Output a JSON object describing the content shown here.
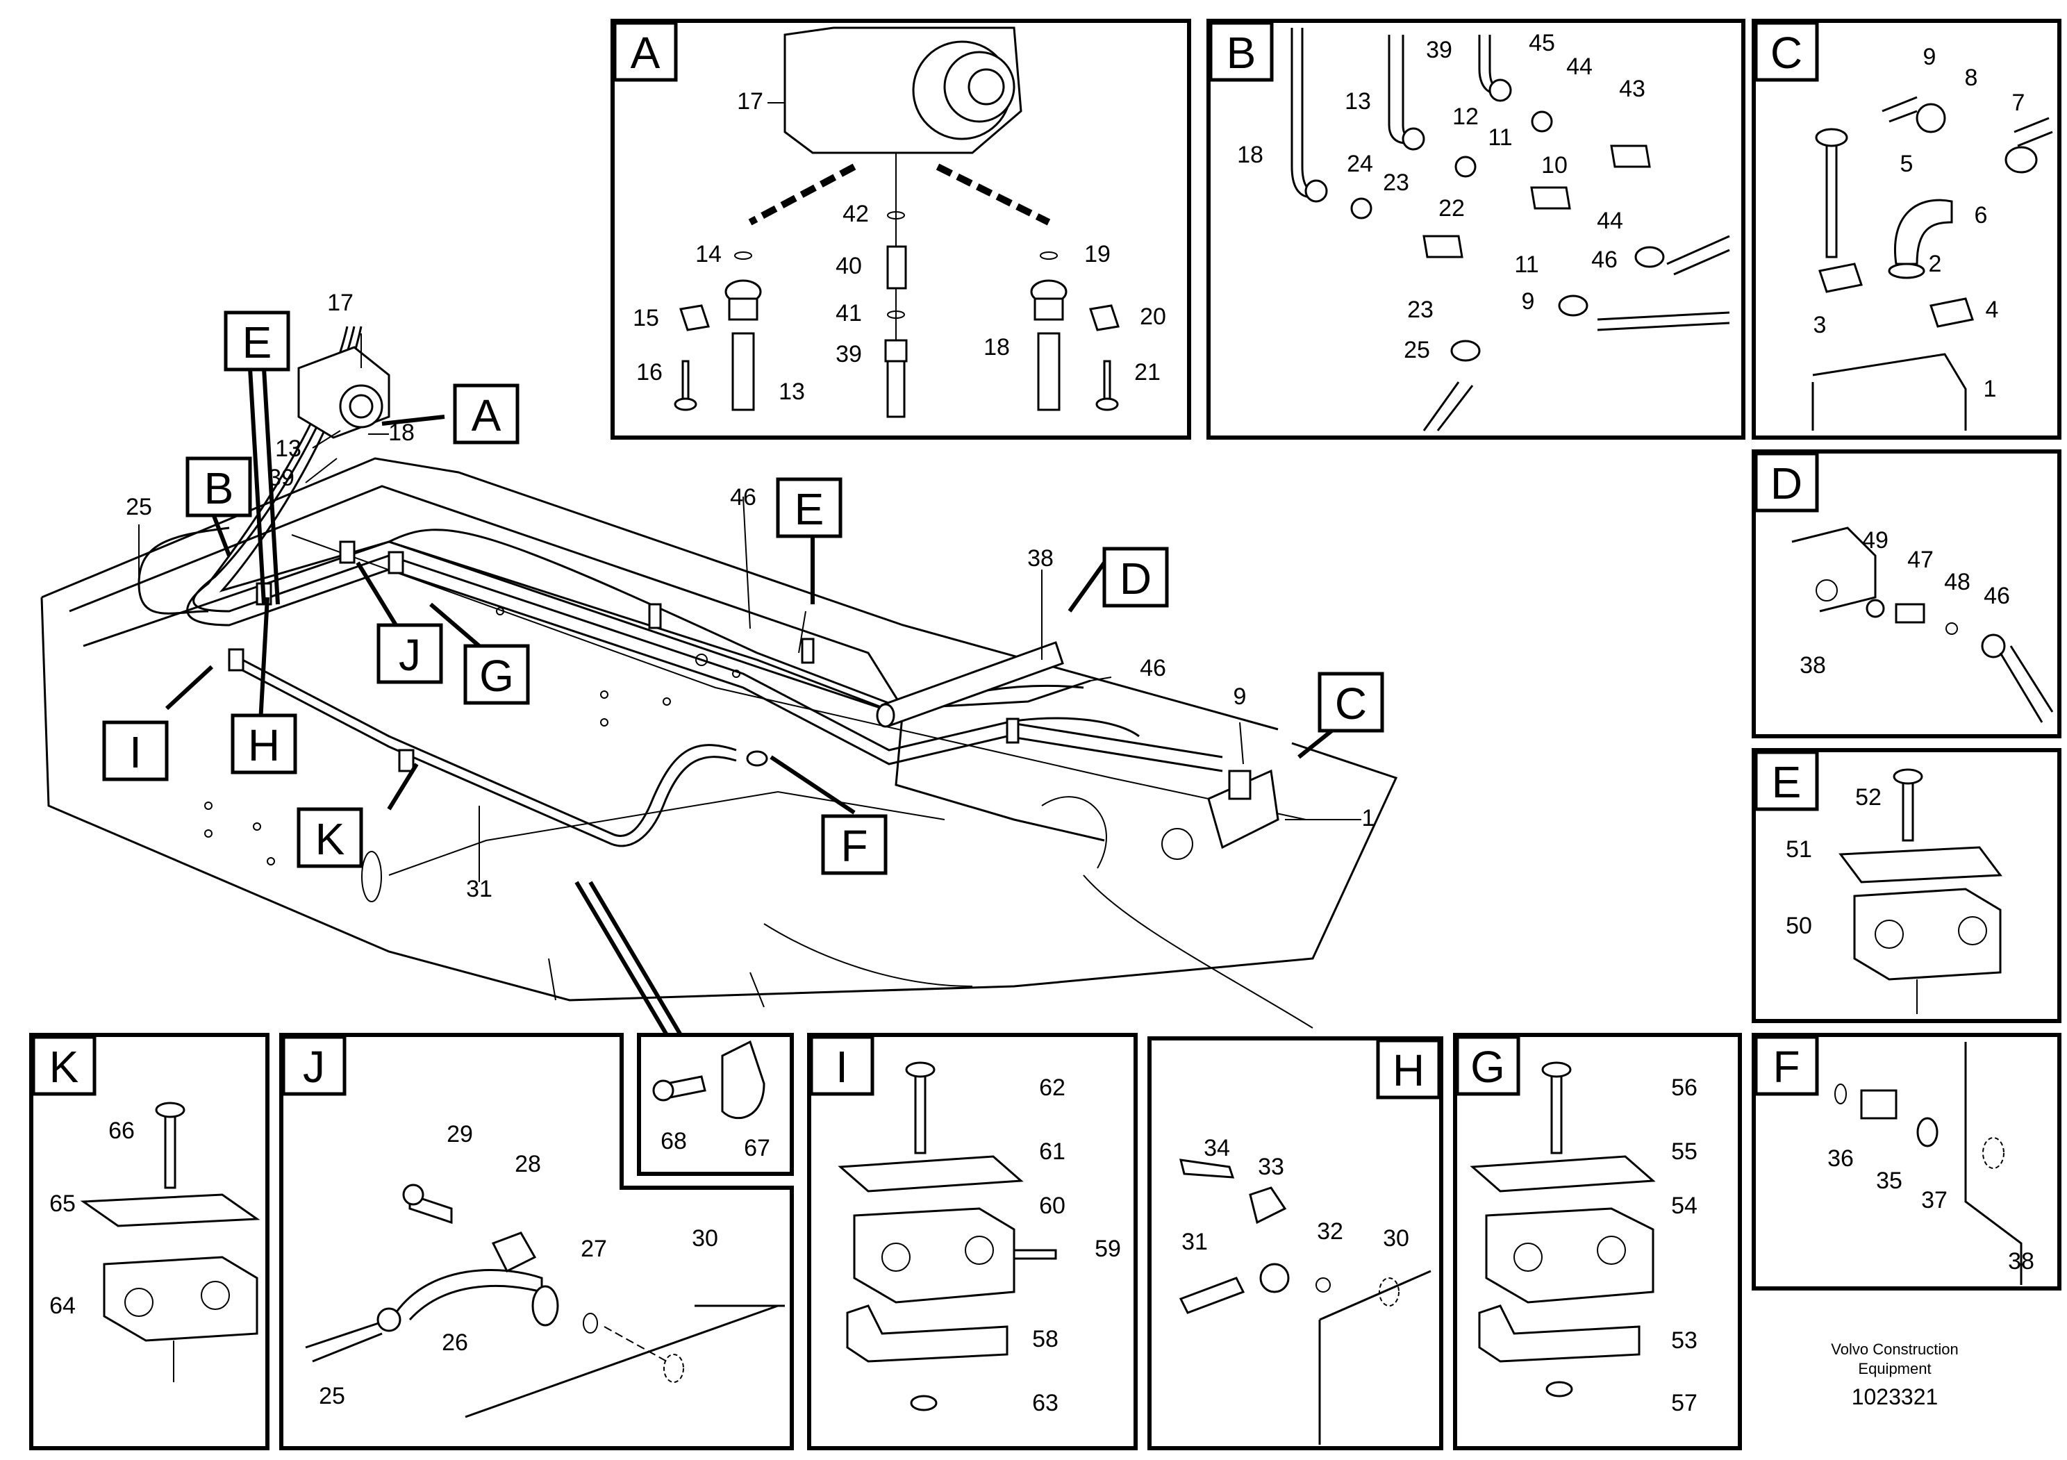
{
  "footer": {
    "company_line1": "Volvo Construction",
    "company_line2": "Equipment",
    "drawing_number": "1023321"
  },
  "detail_letters": {
    "A": "A",
    "B": "B",
    "C": "C",
    "D": "D",
    "E": "E",
    "F": "F",
    "G": "G",
    "H": "H",
    "I": "I",
    "J": "J",
    "K": "K"
  },
  "callouts": {
    "main": {
      "p17": "17",
      "p13": "13",
      "p18": "18",
      "p39": "39",
      "p25": "25",
      "p46a": "46",
      "p46b": "46",
      "p38": "38",
      "p9": "9",
      "p1": "1",
      "p31": "31"
    },
    "A": {
      "p17": "17",
      "p42": "42",
      "p14": "14",
      "p19": "19",
      "p40": "40",
      "p15": "15",
      "p20": "20",
      "p41": "41",
      "p16": "16",
      "p39": "39",
      "p13": "13",
      "p18": "18",
      "p21": "21"
    },
    "B": {
      "p39": "39",
      "p45": "45",
      "p44a": "44",
      "p43": "43",
      "p13": "13",
      "p12": "12",
      "p11a": "11",
      "p18": "18",
      "p24": "24",
      "p23a": "23",
      "p10": "10",
      "p22": "22",
      "p44b": "44",
      "p11b": "11",
      "p46": "46",
      "p23b": "23",
      "p9": "9",
      "p25": "25"
    },
    "C": {
      "p9": "9",
      "p8": "8",
      "p7": "7",
      "p5": "5",
      "p6": "6",
      "p2": "2",
      "p3": "3",
      "p4": "4",
      "p1": "1"
    },
    "D": {
      "p49": "49",
      "p47": "47",
      "p48": "48",
      "p46": "46",
      "p38": "38"
    },
    "E": {
      "p52": "52",
      "p51": "51",
      "p50": "50"
    },
    "F": {
      "p36": "36",
      "p35": "35",
      "p37": "37",
      "p38": "38"
    },
    "G": {
      "p56": "56",
      "p55": "55",
      "p54": "54",
      "p53": "53",
      "p57": "57"
    },
    "H": {
      "p34": "34",
      "p33": "33",
      "p32": "32",
      "p30": "30",
      "p31": "31"
    },
    "I": {
      "p62": "62",
      "p61": "61",
      "p60": "60",
      "p59": "59",
      "p58": "58",
      "p63": "63"
    },
    "J": {
      "p29": "29",
      "p28": "28",
      "p27": "27",
      "p30": "30",
      "p26": "26",
      "p25": "25"
    },
    "K": {
      "p66": "66",
      "p65": "65",
      "p64": "64"
    },
    "clip": {
      "p68": "68",
      "p67": "67"
    }
  }
}
